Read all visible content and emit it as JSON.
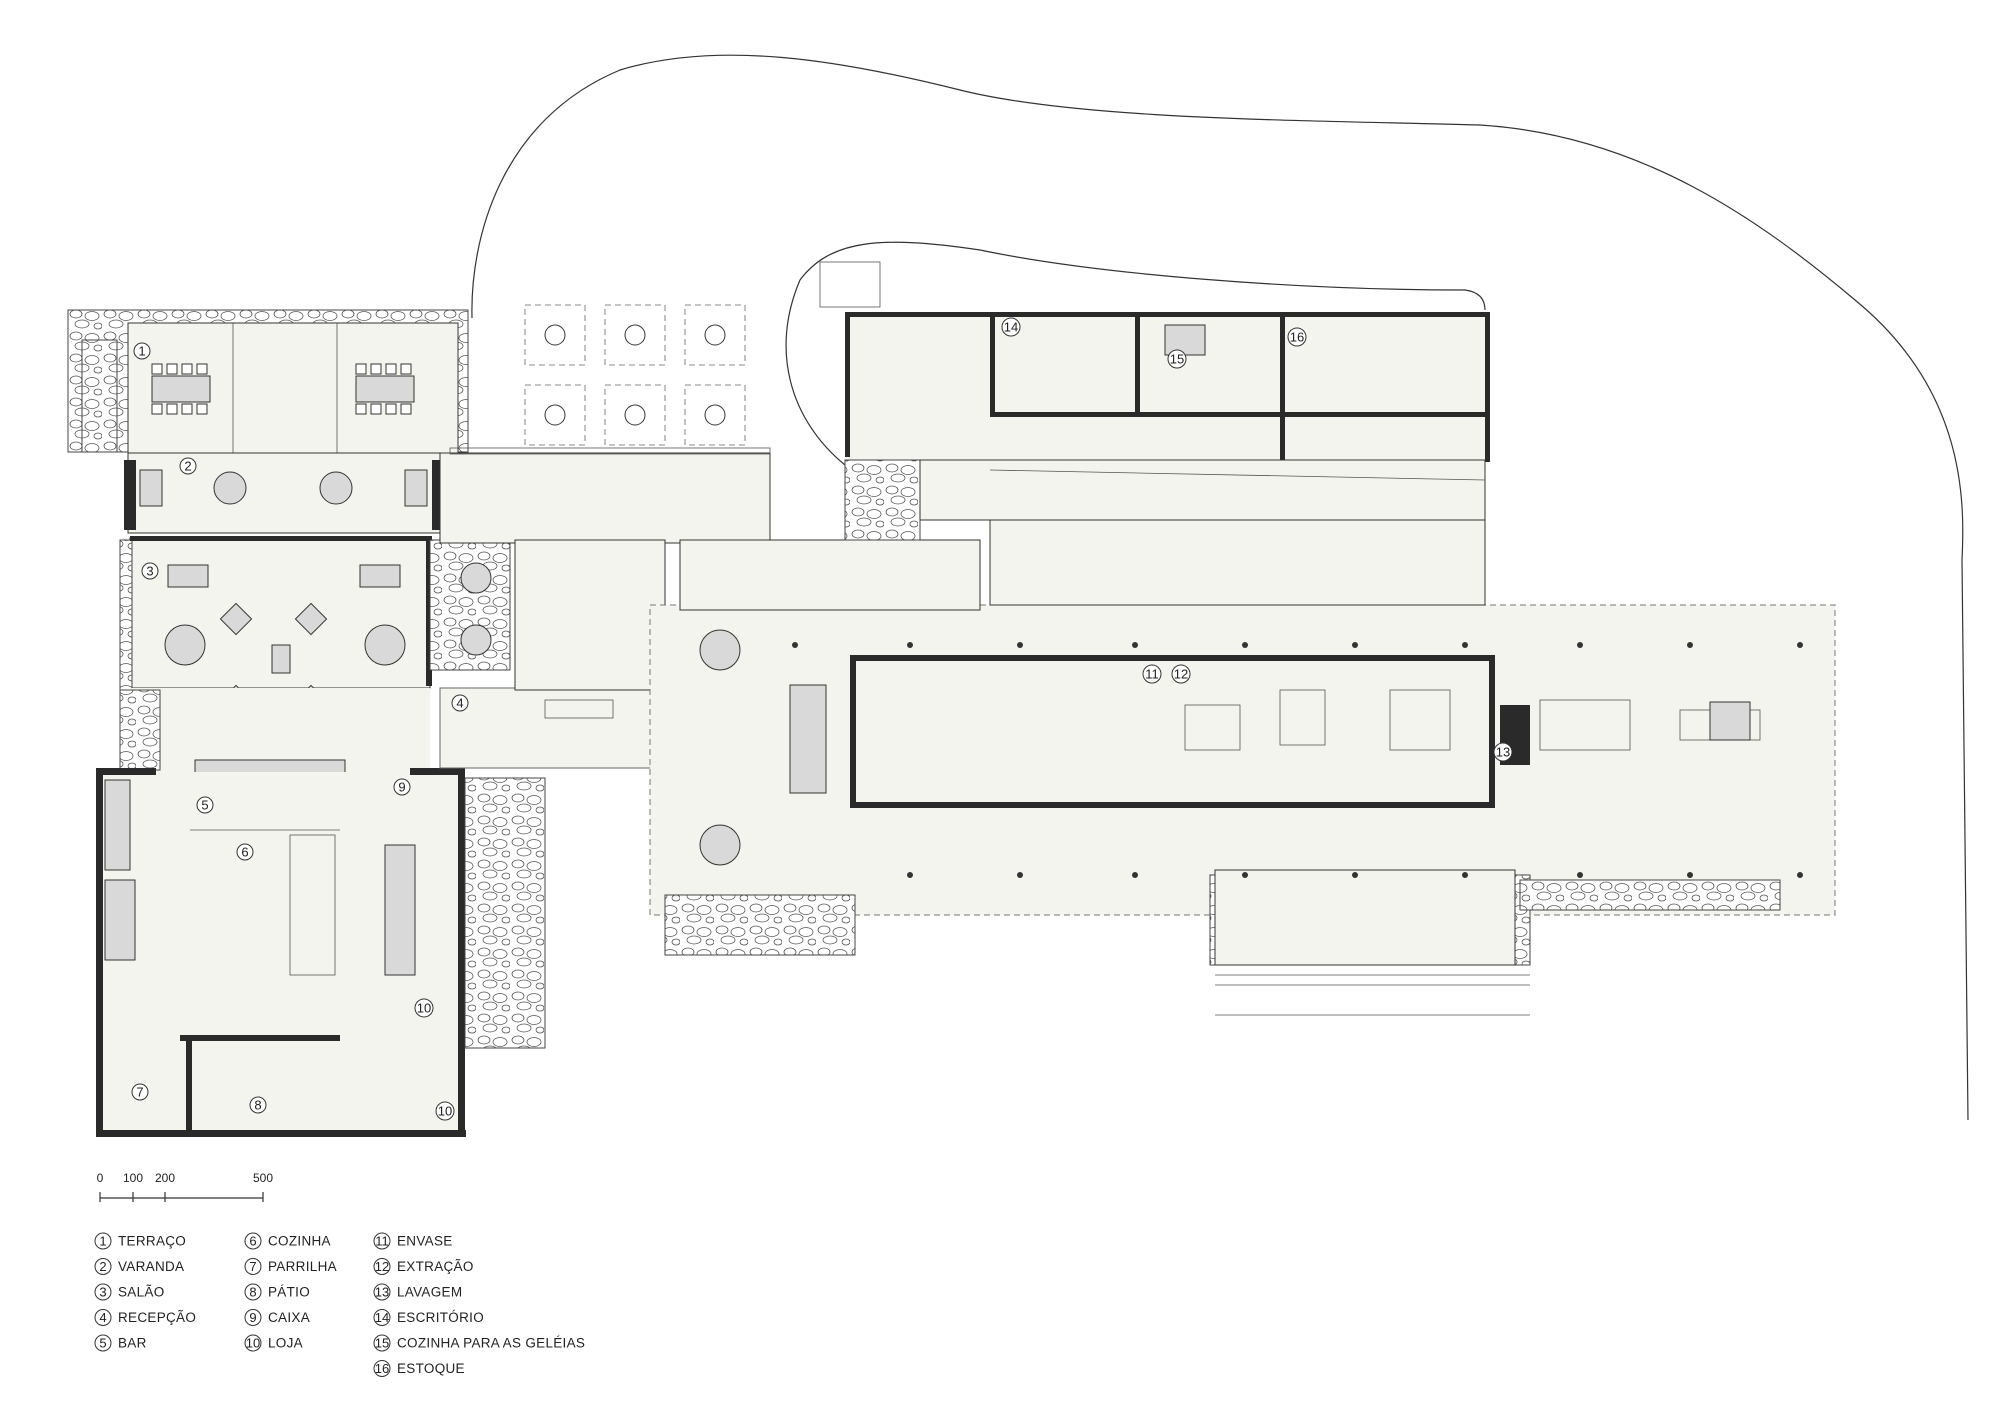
{
  "legend": [
    {
      "num": "1",
      "label": "TERRAÇO"
    },
    {
      "num": "2",
      "label": "VARANDA"
    },
    {
      "num": "3",
      "label": "SALÃO"
    },
    {
      "num": "4",
      "label": "RECEPÇÃO"
    },
    {
      "num": "5",
      "label": "BAR"
    },
    {
      "num": "6",
      "label": "COZINHA"
    },
    {
      "num": "7",
      "label": "PARRILHA"
    },
    {
      "num": "8",
      "label": "PÁTIO"
    },
    {
      "num": "9",
      "label": "CAIXA"
    },
    {
      "num": "10",
      "label": "LOJA"
    },
    {
      "num": "11",
      "label": "ENVASE"
    },
    {
      "num": "12",
      "label": "EXTRAÇÃO"
    },
    {
      "num": "13",
      "label": "LAVAGEM"
    },
    {
      "num": "14",
      "label": "ESCRITÓRIO"
    },
    {
      "num": "15",
      "label": "COZINHA PARA AS GELÉIAS"
    },
    {
      "num": "16",
      "label": "ESTOQUE"
    }
  ],
  "scale_bar": {
    "ticks": [
      "0",
      "100",
      "200",
      "500"
    ]
  },
  "plan_labels": [
    "1",
    "2",
    "3",
    "4",
    "5",
    "6",
    "7",
    "8",
    "9",
    "10",
    "10",
    "11",
    "12",
    "13",
    "14",
    "15",
    "16"
  ]
}
